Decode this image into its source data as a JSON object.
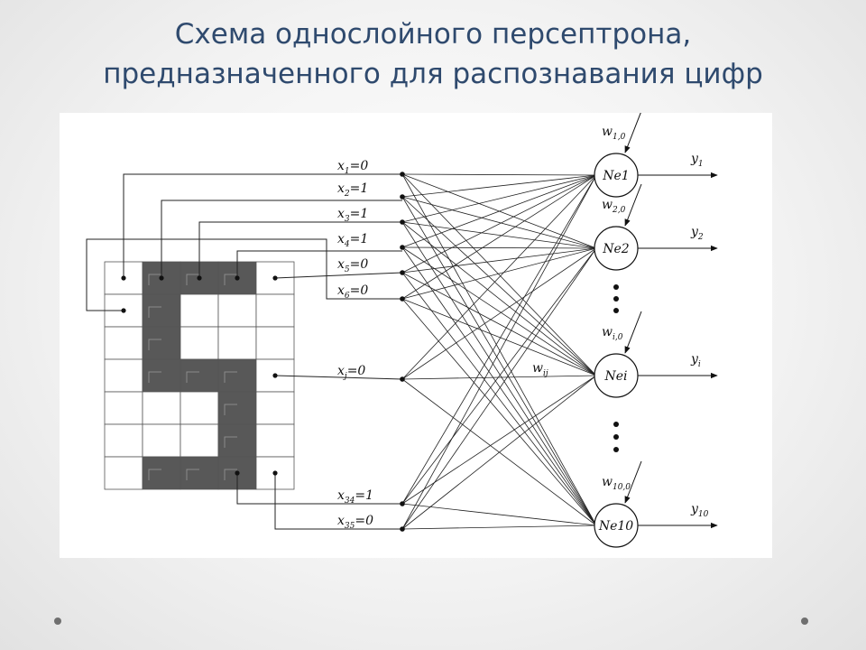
{
  "title": {
    "line1": "Схема однослойного персептрона,",
    "line2": "предназначенного для распознавания цифр"
  },
  "diagram": {
    "grid": {
      "columns": 5,
      "rows": 7,
      "filled_cells": [
        [
          0,
          1
        ],
        [
          0,
          2
        ],
        [
          0,
          3
        ],
        [
          1,
          1
        ],
        [
          2,
          1
        ],
        [
          3,
          1
        ],
        [
          3,
          2
        ],
        [
          3,
          3
        ],
        [
          4,
          3
        ],
        [
          5,
          3
        ],
        [
          6,
          1
        ],
        [
          6,
          2
        ],
        [
          6,
          3
        ]
      ],
      "fill_color": "#585858"
    },
    "inputs": [
      {
        "var": "x",
        "sub": "1",
        "val": "=0"
      },
      {
        "var": "x",
        "sub": "2",
        "val": "=1"
      },
      {
        "var": "x",
        "sub": "3",
        "val": "=1"
      },
      {
        "var": "x",
        "sub": "4",
        "val": "=1"
      },
      {
        "var": "x",
        "sub": "5",
        "val": "=0"
      },
      {
        "var": "x",
        "sub": "6",
        "val": "=0"
      },
      {
        "var": "x",
        "sub": "j",
        "val": "=0"
      },
      {
        "var": "x",
        "sub": "34",
        "val": "=1"
      },
      {
        "var": "x",
        "sub": "35",
        "val": "=0"
      }
    ],
    "neurons": [
      {
        "label": "Ne1",
        "bias_var": "w",
        "bias_sub": "1,0",
        "out_var": "y",
        "out_sub": "1"
      },
      {
        "label": "Ne2",
        "bias_var": "w",
        "bias_sub": "2,0",
        "out_var": "y",
        "out_sub": "2"
      },
      {
        "label": "Nei",
        "bias_var": "w",
        "bias_sub": "i,0",
        "out_var": "y",
        "out_sub": "i"
      },
      {
        "label": "Ne10",
        "bias_var": "w",
        "bias_sub": "10,0",
        "out_var": "y",
        "out_sub": "10"
      }
    ],
    "weight_label": {
      "var": "w",
      "sub": "ij"
    }
  }
}
